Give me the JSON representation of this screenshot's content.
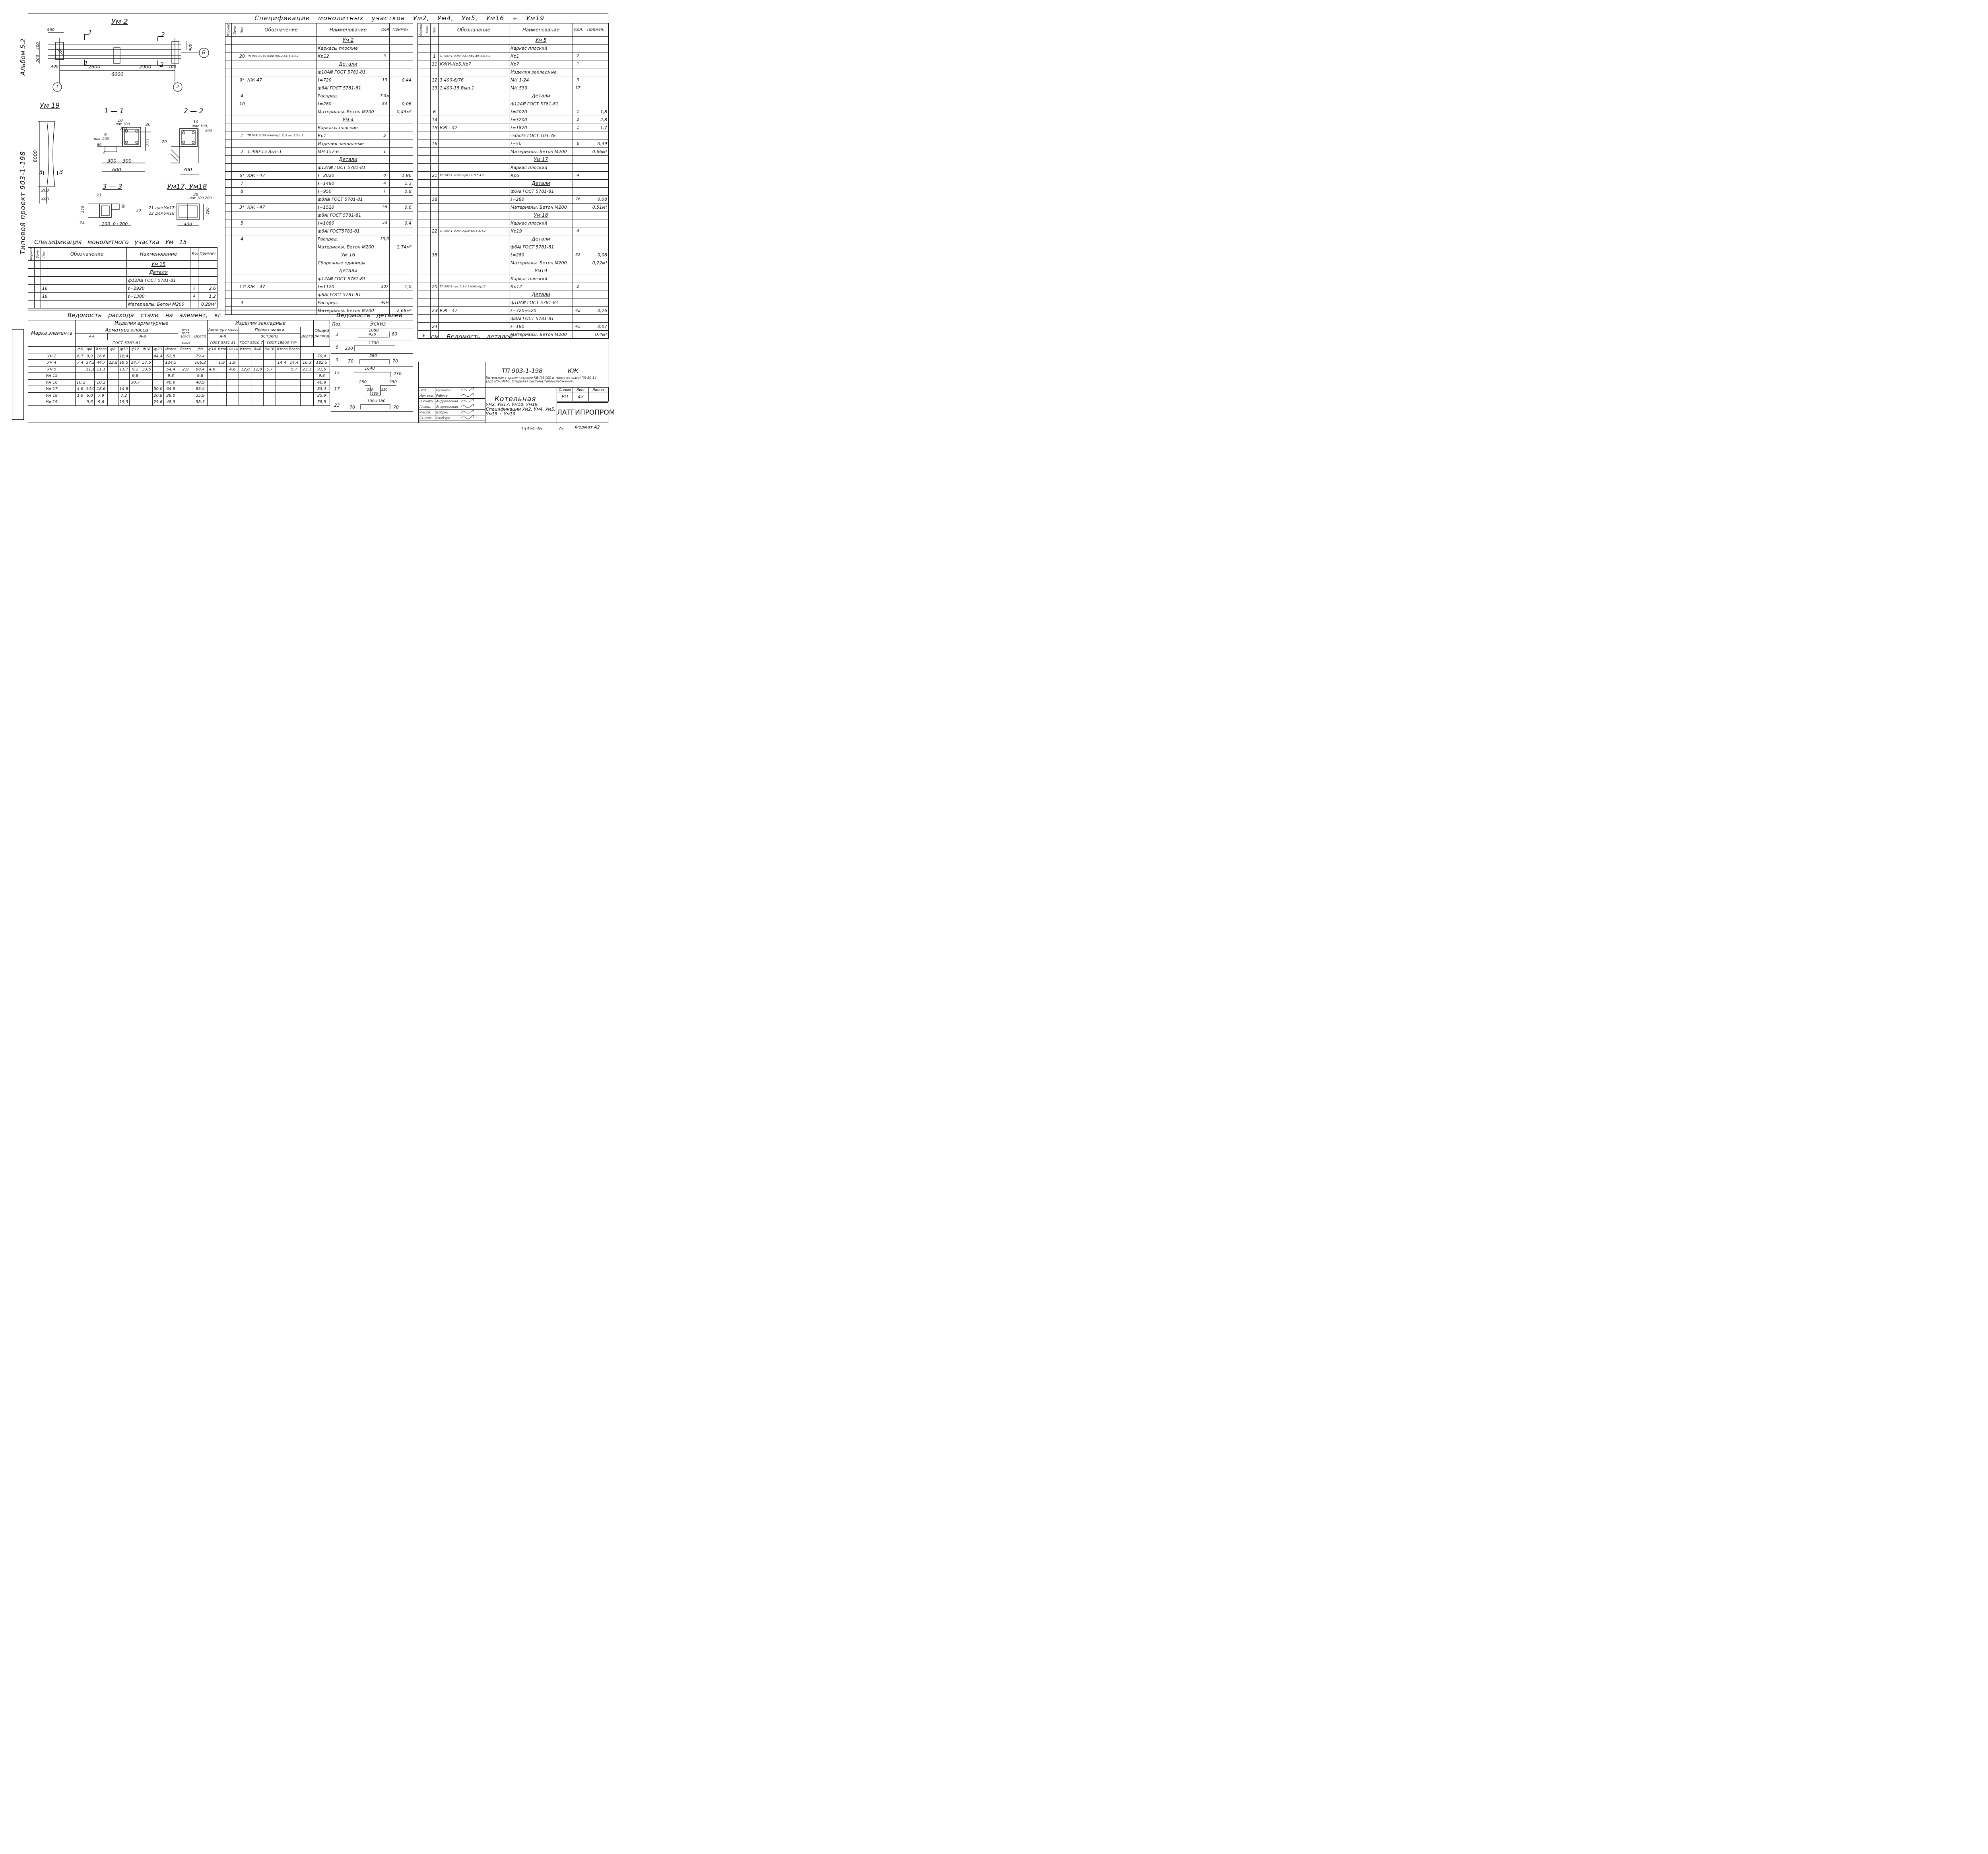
{
  "side": {
    "album": "Альбом 5.2",
    "project": "Типовой проект 903-1-198"
  },
  "main_title": "Спецификации монолитных участков Ум2, Ум4, Ум5, Ум16 ÷ Ум19",
  "drawings": {
    "um2": {
      "title": "Ум 2",
      "d460": "460",
      "d400a": "400",
      "d200": "200",
      "d400b": "400",
      "d400c": "400",
      "d2600": "2600",
      "d2900": "2900",
      "d100": "100",
      "d6000": "6000",
      "cut1": "1",
      "cut2": "2",
      "axis1": "1",
      "axis2": "2",
      "axisB": "Б"
    },
    "um19": {
      "title": "Ум 19",
      "d6000": "6000",
      "d200": "200",
      "d400": "400",
      "cut": "3"
    },
    "s11": {
      "title": "1 — 1",
      "p10": "10",
      "step": "шаг 100,",
      "s200": "200",
      "p9": "9",
      "stepb": "шаг 200",
      "p20": "20",
      "d80": "80",
      "d4": "4",
      "d220": "220",
      "d300a": "300",
      "d300b": "300",
      "d600": "600"
    },
    "s22": {
      "title": "2 — 2",
      "p10": "10",
      "step": "шаг 100,",
      "s200": "200",
      "p20": "20",
      "d300": "300"
    },
    "s33": {
      "title": "3 — 3",
      "p23": "23",
      "d220": "220",
      "d80": "80",
      "p20": "20",
      "p24": "24",
      "d200": "200",
      "d0200": "0÷200"
    },
    "um1718": {
      "title": "Ум17, Ум18",
      "p38": "38",
      "step": "шаг 100,200",
      "l21": "21 для Ум17",
      "l22": "22 для Ум18",
      "d250": "250",
      "d400": "400"
    }
  },
  "spec_headers": {
    "format": "Формат",
    "zone": "Зона",
    "pos": "Поз.",
    "designation": "Обозначение",
    "name": "Наименование",
    "qty": "Кол.",
    "note": "Примеч."
  },
  "spec15": {
    "title": "Спецификация монолитного участка Ум 15",
    "rows": [
      {
        "pos": "",
        "des": "",
        "name": "Ум 15",
        "qty": "",
        "note": "",
        "t": "h"
      },
      {
        "pos": "",
        "des": "",
        "name": "Детали",
        "qty": "",
        "note": "",
        "t": "h"
      },
      {
        "pos": "",
        "des": "",
        "name": "ф12АⅢ ГОСТ 5781-81",
        "qty": "",
        "note": "",
        "t": "n"
      },
      {
        "pos": "18",
        "des": "",
        "name": "ℓ=2920",
        "qty": "2",
        "note": "2,6",
        "t": "n"
      },
      {
        "pos": "19",
        "des": "",
        "name": "ℓ=1300",
        "qty": "4",
        "note": "1,2",
        "t": "n"
      },
      {
        "pos": "",
        "des": "",
        "name": "Материалы. Бетон М200",
        "qty": "",
        "note": "0,29м³",
        "t": "n"
      }
    ]
  },
  "specA": {
    "rows": [
      {
        "pos": "",
        "des": "",
        "name": "Ум 2",
        "qty": "",
        "note": "",
        "t": "h"
      },
      {
        "pos": "",
        "des": "",
        "name": "Каркасы плоские",
        "qty": "",
        "note": "",
        "t": "n"
      },
      {
        "pos": "20",
        "des": "ТП 903-1-198 КЖИ-Кр12 ал. 5 5.4.2",
        "name": "Кр12",
        "qty": "3",
        "note": "",
        "t": "c"
      },
      {
        "pos": "",
        "des": "",
        "name": "Детали",
        "qty": "",
        "note": "",
        "t": "h"
      },
      {
        "pos": "",
        "des": "",
        "name": "ф10АⅢ ГОСТ 5781-81",
        "qty": "",
        "note": "",
        "t": "n"
      },
      {
        "pos": "9*",
        "des": "КЖ 47",
        "name": "ℓ=720",
        "qty": "13",
        "note": "0,44",
        "t": "c"
      },
      {
        "pos": "",
        "des": "",
        "name": "ф6АI ГОСТ 5781-81",
        "qty": "",
        "note": "",
        "t": "n"
      },
      {
        "pos": "4",
        "des": "",
        "name": "Распред.",
        "qty": "7,5м",
        "note": "",
        "t": "c"
      },
      {
        "pos": "10",
        "des": "",
        "name": "ℓ=280",
        "qty": "84",
        "note": "0,06",
        "t": "c"
      },
      {
        "pos": "",
        "des": "",
        "name": "Материалы. Бетон М200",
        "qty": "",
        "note": "0,43м³",
        "t": "n"
      },
      {
        "pos": "",
        "des": "",
        "name": "Ум 4",
        "qty": "",
        "note": "",
        "t": "h"
      },
      {
        "pos": "",
        "des": "",
        "name": "Каркасы плоские",
        "qty": "",
        "note": "",
        "t": "n"
      },
      {
        "pos": "1",
        "des": "ТП 903-1-198 КЖИ-Кр1,Кр2 ал. 5.5.4.2",
        "name": "Кр1",
        "qty": "5",
        "note": "",
        "t": "c"
      },
      {
        "pos": "",
        "des": "",
        "name": "Изделия закладные",
        "qty": "",
        "note": "",
        "t": "n"
      },
      {
        "pos": "2",
        "des": "1.400-15 Вып.1",
        "name": "МН 157-6",
        "qty": "1",
        "note": "",
        "t": "c"
      },
      {
        "pos": "",
        "des": "",
        "name": "Детали",
        "qty": "",
        "note": "",
        "t": "h"
      },
      {
        "pos": "",
        "des": "",
        "name": "ф12АⅢ ГОСТ 5781-81",
        "qty": "",
        "note": "",
        "t": "n"
      },
      {
        "pos": "6*",
        "des": "КЖ - 47",
        "name": "ℓ=2020",
        "qty": "8",
        "note": "1,96",
        "t": "c"
      },
      {
        "pos": "7",
        "des": "",
        "name": "ℓ=1480",
        "qty": "4",
        "note": "1,3",
        "t": "c"
      },
      {
        "pos": "8",
        "des": "",
        "name": "ℓ=950",
        "qty": "1",
        "note": "0,8",
        "t": "c"
      },
      {
        "pos": "",
        "des": "",
        "name": "ф8АⅢ ГОСТ 5781-81",
        "qty": "",
        "note": "",
        "t": "n"
      },
      {
        "pos": "3*",
        "des": "КЖ - 47",
        "name": "ℓ=1520",
        "qty": "38",
        "note": "0,6",
        "t": "c"
      },
      {
        "pos": "",
        "des": "",
        "name": "ф8АI ГОСТ 5781-81",
        "qty": "",
        "note": "",
        "t": "n"
      },
      {
        "pos": "5",
        "des": "",
        "name": "ℓ=1080",
        "qty": "44",
        "note": "0,4",
        "t": "c"
      },
      {
        "pos": "",
        "des": "",
        "name": "ф6АI ГОСТ5781-81",
        "qty": "",
        "note": "",
        "t": "n"
      },
      {
        "pos": "4",
        "des": "",
        "name": "Распред.",
        "qty": "33,6м",
        "note": "",
        "t": "c"
      },
      {
        "pos": "",
        "des": "",
        "name": "Материалы. Бетон М200",
        "qty": "",
        "note": "1,74м³",
        "t": "n"
      },
      {
        "pos": "",
        "des": "",
        "name": "Ум 16",
        "qty": "",
        "note": "",
        "t": "h"
      },
      {
        "pos": "",
        "des": "",
        "name": "Сборочные единицы",
        "qty": "",
        "note": "",
        "t": "n"
      },
      {
        "pos": "",
        "des": "",
        "name": "Детали",
        "qty": "",
        "note": "",
        "t": "h"
      },
      {
        "pos": "",
        "des": "",
        "name": "ф12АⅢ ГОСТ 5781-81",
        "qty": "",
        "note": "",
        "t": "n"
      },
      {
        "pos": "17*",
        "des": "КЖ - 47",
        "name": "ℓ=1120",
        "qty": "307",
        "note": "1,0",
        "t": "c"
      },
      {
        "pos": "",
        "des": "",
        "name": "ф6АI ГОСТ 5781-81",
        "qty": "",
        "note": "",
        "t": "n"
      },
      {
        "pos": "4",
        "des": "",
        "name": "Распред.",
        "qty": "46м",
        "note": "",
        "t": "c"
      },
      {
        "pos": "",
        "des": "",
        "name": "Материалы. Бетон М200",
        "qty": "",
        "note": "2,68м³",
        "t": "n"
      }
    ]
  },
  "specB": {
    "rows": [
      {
        "pos": "",
        "des": "",
        "name": "Ум 5",
        "qty": "",
        "note": "",
        "t": "h"
      },
      {
        "pos": "",
        "des": "",
        "name": "Каркас плоский",
        "qty": "",
        "note": "",
        "t": "n"
      },
      {
        "pos": "1",
        "des": "ТП 903-1- КЖИ-Кр1,Кр2 ал. 5.5.4.2",
        "name": "Кр1",
        "qty": "2",
        "note": "",
        "t": "c"
      },
      {
        "pos": "11",
        "des": "КЖИ-Кр5,Кр7",
        "name": "Кр7",
        "qty": "1",
        "note": "",
        "t": "c"
      },
      {
        "pos": "",
        "des": "",
        "name": "Изделия закладные",
        "qty": "",
        "note": "",
        "t": "n"
      },
      {
        "pos": "12",
        "des": "3.400-6/76",
        "name": "МН 1-24",
        "qty": "3",
        "note": "",
        "t": "c"
      },
      {
        "pos": "13",
        "des": "1.400-15 Вып.1",
        "name": "МН 539",
        "qty": "17",
        "note": "",
        "t": "c"
      },
      {
        "pos": "",
        "des": "",
        "name": "Детали",
        "qty": "",
        "note": "",
        "t": "h"
      },
      {
        "pos": "",
        "des": "",
        "name": "ф12АⅢ ГОСТ 5781-81",
        "qty": "",
        "note": "",
        "t": "n"
      },
      {
        "pos": "6",
        "des": "",
        "name": "ℓ=2020",
        "qty": "1",
        "note": "1,8",
        "t": "c"
      },
      {
        "pos": "14",
        "des": "",
        "name": "ℓ=3200",
        "qty": "2",
        "note": "2,8",
        "t": "c"
      },
      {
        "pos": "15*",
        "des": "КЖ - 47",
        "name": "ℓ=1870",
        "qty": "1",
        "note": "1,7",
        "t": "c"
      },
      {
        "pos": "",
        "des": "",
        "name": "-50х25 ГОСТ 103-76",
        "qty": "",
        "note": "",
        "t": "n"
      },
      {
        "pos": "16",
        "des": "",
        "name": "ℓ=50",
        "qty": "6",
        "note": "0,49",
        "t": "c"
      },
      {
        "pos": "",
        "des": "",
        "name": "Материалы. Бетон М200",
        "qty": "",
        "note": "0,66м³",
        "t": "n"
      },
      {
        "pos": "",
        "des": "",
        "name": "Ум 17",
        "qty": "",
        "note": "",
        "t": "h"
      },
      {
        "pos": "",
        "des": "",
        "name": "Каркас плоский",
        "qty": "",
        "note": "",
        "t": "n"
      },
      {
        "pos": "21",
        "des": "ТП 903-1- КЖИ-Кр6 ал. 5.5.4.2",
        "name": "Кр6",
        "qty": "4",
        "note": "",
        "t": "c"
      },
      {
        "pos": "",
        "des": "",
        "name": "Детали",
        "qty": "",
        "note": "",
        "t": "h"
      },
      {
        "pos": "",
        "des": "",
        "name": "ф6АI ГОСТ 5781-81",
        "qty": "",
        "note": "",
        "t": "n"
      },
      {
        "pos": "38",
        "des": "",
        "name": "ℓ=280",
        "qty": "76",
        "note": "0,08",
        "t": "c"
      },
      {
        "pos": "",
        "des": "",
        "name": "Материалы. Бетон М200",
        "qty": "",
        "note": "0,51м³",
        "t": "n"
      },
      {
        "pos": "",
        "des": "",
        "name": "Ум 18",
        "qty": "",
        "note": "",
        "t": "h"
      },
      {
        "pos": "",
        "des": "",
        "name": "Каркас плоский",
        "qty": "",
        "note": "",
        "t": "n"
      },
      {
        "pos": "22",
        "des": "ТП 903-1- КЖИ-Кр19 ал. 5.5.4.2",
        "name": "Кр19",
        "qty": "4",
        "note": "",
        "t": "c"
      },
      {
        "pos": "",
        "des": "",
        "name": "Детали",
        "qty": "",
        "note": "",
        "t": "h"
      },
      {
        "pos": "",
        "des": "",
        "name": "ф6АI ГОСТ 5781-81",
        "qty": "",
        "note": "",
        "t": "n"
      },
      {
        "pos": "38",
        "des": "",
        "name": "ℓ=280",
        "qty": "32",
        "note": "0,08",
        "t": "c"
      },
      {
        "pos": "",
        "des": "",
        "name": "Материалы. Бетон М200",
        "qty": "",
        "note": "0,22м³",
        "t": "n"
      },
      {
        "pos": "",
        "des": "",
        "name": "Ум19",
        "qty": "",
        "note": "",
        "t": "h"
      },
      {
        "pos": "",
        "des": "",
        "name": "Каркас плоский",
        "qty": "",
        "note": "",
        "t": "n"
      },
      {
        "pos": "20",
        "des": "ТП 903-1- ал. 5.5.4.2 КЖИ-Кр12",
        "name": "Кр12",
        "qty": "2",
        "note": "",
        "t": "c"
      },
      {
        "pos": "",
        "des": "",
        "name": "Детали",
        "qty": "",
        "note": "",
        "t": "h"
      },
      {
        "pos": "",
        "des": "",
        "name": "ф10АⅢ ГОСТ 5781-81",
        "qty": "",
        "note": "",
        "t": "n"
      },
      {
        "pos": "23*",
        "des": "КЖ - 47",
        "name": "ℓ=320÷520",
        "qty": "42",
        "note": "0,26",
        "t": "c"
      },
      {
        "pos": "",
        "des": "",
        "name": "ф8АI ГОСТ 5781-81",
        "qty": "",
        "note": "",
        "t": "n"
      },
      {
        "pos": "24",
        "des": "",
        "name": "ℓ=180",
        "qty": "42",
        "note": "0,07",
        "t": "c"
      },
      {
        "pos": "",
        "des": "",
        "name": "Материалы. Бетон М200",
        "qty": "",
        "note": "0,4м³",
        "t": "n"
      }
    ]
  },
  "footnote": "* см. Ведомость деталей",
  "steel": {
    "title": "Ведомость расхода стали на элемент, кг",
    "h_mark": "Марка элемента",
    "h_arm": "Изделия арматурные",
    "h_emb": "Изделия закладные",
    "h_class": "Арматура класса",
    "h_ai": "A-I",
    "h_aiii": "A-Ⅲ",
    "h_gost": "ГОСТ 5781-81",
    "h_prokat_mark": "Прокат марки",
    "h_prokat_v": "ВСт3 ГОСТ 103-76",
    "h_emb_class": "Арматура класса",
    "h_emb_aiii": "A-Ⅲ",
    "h_vst": "ВСт3кп2",
    "h_g1": "ГОСТ 5781-81",
    "h_g2": "ГОСТ 8510-72",
    "h_g3": "ГОСТ 19903-74*",
    "h_total": "Всего",
    "h_overall": "Общий расход",
    "cols": [
      "ф6",
      "ф8",
      "Итого",
      "ф8",
      "ф10",
      "ф12",
      "ф18",
      "ф20",
      "Итого",
      "-50х25",
      "Всего",
      "ф8",
      "ф14",
      "Итого",
      "L100 63х6",
      "Итого",
      "δ=6",
      "δ=10",
      "Итого",
      "Всего"
    ],
    "rows": [
      {
        "mark": "Ум 2",
        "v": [
          "6,7",
          "9,9",
          "16,6",
          "",
          "18,4",
          "",
          "",
          "44,4",
          "62,8",
          "",
          "79,4",
          "",
          "",
          "",
          "",
          "",
          "",
          "",
          "",
          ""
        ],
        "total": "79,4"
      },
      {
        "mark": "Ум 4",
        "v": [
          "7,4",
          "37,3",
          "44,7",
          "22,8",
          "19,5",
          "24,7",
          "57,5",
          "",
          "124,5",
          "",
          "166,2",
          "",
          "1,9",
          "1,9",
          "",
          "",
          "",
          "14,4",
          "14,4",
          "16,3"
        ],
        "total": "182,5"
      },
      {
        "mark": "Ум 5",
        "v": [
          "",
          "11,1",
          "11,1",
          "",
          "11,7",
          "9,2",
          "33,5",
          "",
          "54,4",
          "2,9",
          "68,4",
          "4,6",
          "",
          "4,6",
          "12,8",
          "12,8",
          "5,7",
          "",
          "5,7",
          "23,1"
        ],
        "total": "91,5"
      },
      {
        "mark": "Ум 15",
        "v": [
          "",
          "",
          "",
          "",
          "",
          "9,8",
          "",
          "",
          "9,8",
          "",
          "9,8",
          "",
          "",
          "",
          "",
          "",
          "",
          "",
          "",
          ""
        ],
        "total": "9,8"
      },
      {
        "mark": "Ум 16",
        "v": [
          "10,2",
          "",
          "10,2",
          "",
          "",
          "30,7",
          "",
          "",
          "40,9",
          "",
          "40,9",
          "",
          "",
          "",
          "",
          "",
          "",
          "",
          "",
          ""
        ],
        "total": "40,9"
      },
      {
        "mark": "Ум 17",
        "v": [
          "4,6",
          "14,0",
          "18,6",
          "",
          "14,8",
          "",
          "",
          "50,0",
          "64,8",
          "",
          "83,4",
          "",
          "",
          "",
          "",
          "",
          "",
          "",
          "",
          ""
        ],
        "total": "83,4"
      },
      {
        "mark": "Ум 18",
        "v": [
          "1,9",
          "6,0",
          "7,9",
          "",
          "7,2",
          "",
          "",
          "20,8",
          "28,0",
          "",
          "35,9",
          "",
          "",
          "",
          "",
          "",
          "",
          "",
          "",
          ""
        ],
        "total": "35,9"
      },
      {
        "mark": "Ум 19",
        "v": [
          "",
          "9,6",
          "9,6",
          "",
          "19,3",
          "",
          "",
          "29,6",
          "48,9",
          "",
          "58,5",
          "",
          "",
          "",
          "",
          "",
          "",
          "",
          "",
          ""
        ],
        "total": "58,5"
      }
    ]
  },
  "details": {
    "title": "Ведомость деталей",
    "h_pos": "Поз.",
    "h_sketch": "Эскиз",
    "rows": [
      {
        "pos": "3",
        "a": "1080",
        "b": "420",
        "c": "60"
      },
      {
        "pos": "6",
        "a": "1790",
        "b": "230",
        "c": ""
      },
      {
        "pos": "9",
        "a": "580",
        "b": "70",
        "c": "70"
      },
      {
        "pos": "15",
        "a": "1640",
        "b": "230",
        "c": ""
      },
      {
        "pos": "17",
        "a": "250",
        "b": "250",
        "c": "230"
      },
      {
        "pos": "23",
        "a": "100÷380",
        "b": "70",
        "c": "70"
      }
    ],
    "extra17": {
      "d150": "150",
      "d230": "230"
    }
  },
  "titleblock": {
    "code": "ТП 903-1-198",
    "mark": "КЖ",
    "desc": "Котельная с тремя котлами КВ-ГМ-100 и тремя котлами ГМ-50-14 (2ДЕ-25-14ГМ). Открытая система теплоснабжения.",
    "building": "Котельная",
    "sheet_title": "Ум2, Ум17, Ум18, Ум19. Спецификации Ум2, Ум4, Ум5, Ум15 ÷ Ум19",
    "h_stage": "Стадия",
    "h_sheet": "Лист",
    "h_sheets": "Листов",
    "stage": "РП",
    "sheet": "47",
    "sheets": "",
    "org": "ЛАТГИПРОПРОМ",
    "people": [
      {
        "role": "ГИП",
        "name": "Вульман"
      },
      {
        "role": "Нач.отд.",
        "name": "Рябуха"
      },
      {
        "role": "Н.контр.",
        "name": "Андреевская"
      },
      {
        "role": "Гл.кон.",
        "name": "Андреевская"
      },
      {
        "role": "Рук.гр.",
        "name": "Бобрук"
      },
      {
        "role": "Ст.инж.",
        "name": "Якобчук"
      }
    ]
  },
  "bottom": {
    "inv": "13454-46",
    "num": "75",
    "format": "Формат А2"
  }
}
